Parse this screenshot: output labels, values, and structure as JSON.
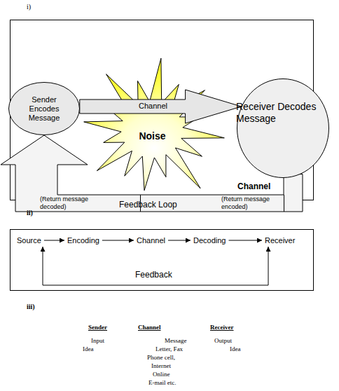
{
  "diagram": {
    "nodes": [
      {
        "text": [
          "Sender Encodes Message"
        ]
      },
      {
        "text": [
          "Noise"
        ]
      },
      {
        "text": [
          "Receiver Decodes Message"
        ]
      },
      {
        "text": [
          "Source"
        ]
      },
      {
        "text": [
          "Encoding"
        ]
      },
      {
        "text": [
          "Channel"
        ]
      },
      {
        "text": [
          "Decoding"
        ]
      },
      {
        "text": [
          "Receiver"
        ]
      }
    ],
    "edges": [
      {
        "from": 0,
        "to": 2,
        "label": "Channel",
        "arrow": "to"
      },
      {
        "from": 2,
        "to": 0,
        "label": "Feedback Loop",
        "arrow": "to"
      },
      {
        "from": 3,
        "to": 4,
        "arrow": "to"
      },
      {
        "from": 4,
        "to": 5,
        "arrow": "to"
      },
      {
        "from": 5,
        "to": 6,
        "arrow": "to"
      },
      {
        "from": 6,
        "to": 7,
        "arrow": "to"
      },
      {
        "from": 7,
        "to": 3,
        "label": "Feedback",
        "arrow": "both"
      }
    ],
    "labels": [
      "i)",
      "Channel",
      "(Return message decoded)",
      "(Return message encoded)",
      "ii)",
      "iii)",
      "Sender",
      "Channel",
      "Receiver",
      "Input",
      "Message",
      "Output",
      "Idea",
      "Letter, Fax",
      "Idea",
      "Phone cell,",
      "Internet",
      "Online",
      "E-mail etc."
    ]
  }
}
